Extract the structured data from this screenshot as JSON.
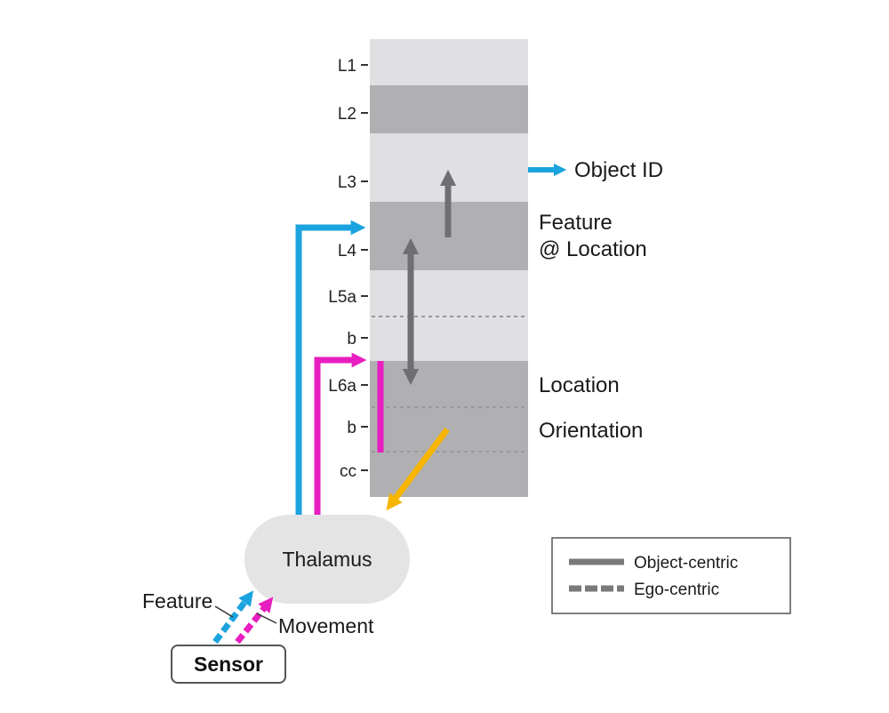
{
  "colors": {
    "light_band": "#e0e0e2",
    "dark_band": "#b0b0b2",
    "gray_arrow": "#6f6f71",
    "feature_path": "#1aa3de",
    "movement_path": "#e81ec0",
    "orientation_path": "#f7b500",
    "thalamus_fill": "#e4e4e4",
    "legend_line": "#7a7a7a"
  },
  "layers": {
    "l1": "L1",
    "l2": "L2",
    "l3": "L3",
    "l4": "L4",
    "l5a": "L5a",
    "l5b": "b",
    "l6a": "L6a",
    "l6b": "b",
    "cc": "cc"
  },
  "side_labels": {
    "object_id": "Object ID",
    "feature_line1": "Feature",
    "feature_line2": "@ Location",
    "location": "Location",
    "orientation": "Orientation"
  },
  "nodes": {
    "thalamus": "Thalamus",
    "sensor": "Sensor",
    "feature": "Feature",
    "movement": "Movement"
  },
  "legend": {
    "object_centric": "Object-centric",
    "ego_centric": "Ego-centric"
  },
  "icons": {
    "solid_line": "solid-line-icon",
    "dashed_line": "dashed-line-icon"
  }
}
